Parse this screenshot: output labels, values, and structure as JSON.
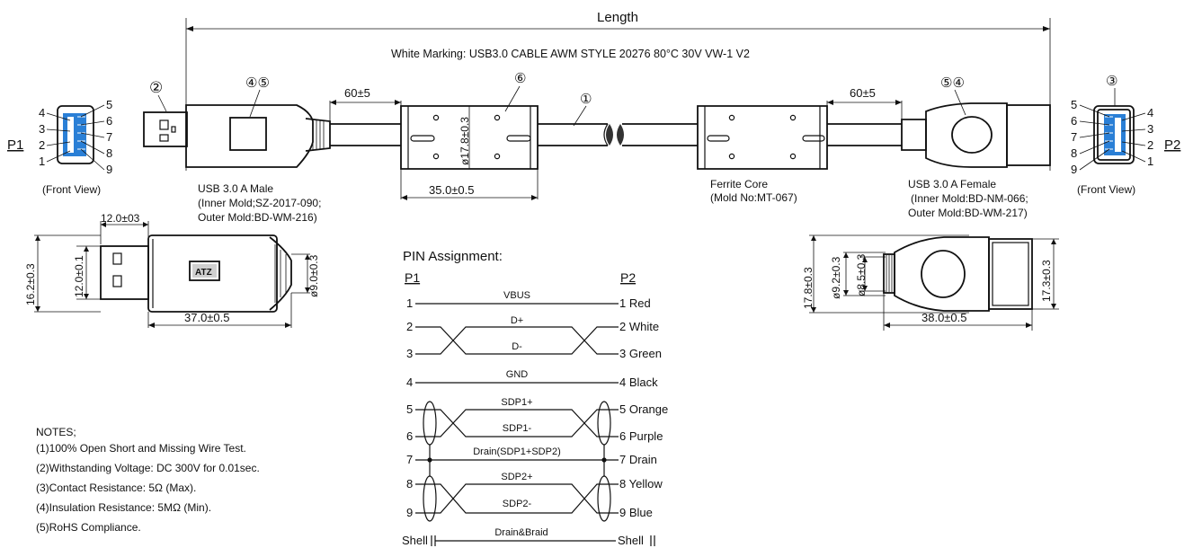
{
  "top": {
    "length_label": "Length",
    "white_marking": "White Marking: USB3.0  CABLE  AWM  STYLE  20276  80°C  30V  VW-1  V2"
  },
  "balloons": [
    "①",
    "②",
    "③",
    "④⑤",
    "⑤④",
    "⑥"
  ],
  "dims": {
    "lead_left": "60±5",
    "lead_right": "60±5",
    "ferrite_len": "35.0±0.5",
    "ferrite_dia": "ø17.8±0.3",
    "male_tip_len": "12.0±03",
    "male_height": "16.2±0.3",
    "male_tip_h": "12.0±0.1",
    "male_cable_dia": "ø9.0±0.3",
    "male_len": "37.0±0.5",
    "female_height": "17.8±0.3",
    "female_boot_dia": "ø9.2±0.3",
    "female_cable_dia": "ø8.5±0.3",
    "female_head_h": "17.3±0.3",
    "female_len": "38.0±0.5"
  },
  "p1": {
    "label": "P1",
    "view": "(Front View)",
    "left_pins": [
      "4",
      "3",
      "2",
      "1"
    ],
    "right_pins": [
      "5",
      "6",
      "7",
      "8",
      "9"
    ]
  },
  "p2": {
    "label": "P2",
    "view": "(Front View)",
    "left_pins": [
      "5",
      "6",
      "7",
      "8",
      "9"
    ],
    "right_pins": [
      "4",
      "3",
      "2",
      "1"
    ]
  },
  "male": {
    "title": "USB 3.0 A Male",
    "inner": "(Inner Mold;SZ-2017-090;",
    "outer": "Outer Mold:BD-WM-216)"
  },
  "female": {
    "title": "USB 3.0 A Female",
    "inner": "(Inner Mold:BD-NM-066;",
    "outer": "Outer Mold:BD-WM-217)"
  },
  "ferrite": {
    "title": "Ferrite Core",
    "mold": "(Mold No:MT-067)"
  },
  "pin_assignment": {
    "title": "PIN Assignment:",
    "left_header": "P1",
    "right_header": "P2",
    "rows": [
      {
        "left": "1",
        "signal": "VBUS",
        "right": "1 Red"
      },
      {
        "left": "2",
        "signal": "D+",
        "right": "2 White"
      },
      {
        "left": "3",
        "signal": "D-",
        "right": "3 Green"
      },
      {
        "left": "4",
        "signal": "GND",
        "right": "4 Black"
      },
      {
        "left": "5",
        "signal": "SDP1+",
        "right": "5 Orange"
      },
      {
        "left": "6",
        "signal": "SDP1-",
        "right": "6 Purple"
      },
      {
        "left": "7",
        "signal": "Drain(SDP1+SDP2)",
        "right": "7 Drain"
      },
      {
        "left": "8",
        "signal": "SDP2+",
        "right": "8 Yellow"
      },
      {
        "left": "9",
        "signal": "SDP2-",
        "right": "9 Blue"
      },
      {
        "left": "Shell",
        "signal": "Drain&Braid",
        "right": "Shell"
      }
    ]
  },
  "notes": {
    "title": "NOTES;",
    "items": [
      "(1)100% Open Short and Missing Wire Test.",
      "(2)Withstanding Voltage: DC 300V for 0.01sec.",
      "(3)Contact Resistance: 5Ω (Max).",
      "(4)Insulation Resistance: 5MΩ (Min).",
      "(5)RoHS Compliance."
    ]
  },
  "colors": {
    "pin_blue": "#2a7fd6",
    "line": "#111111",
    "shade": "#cfcfcf"
  }
}
